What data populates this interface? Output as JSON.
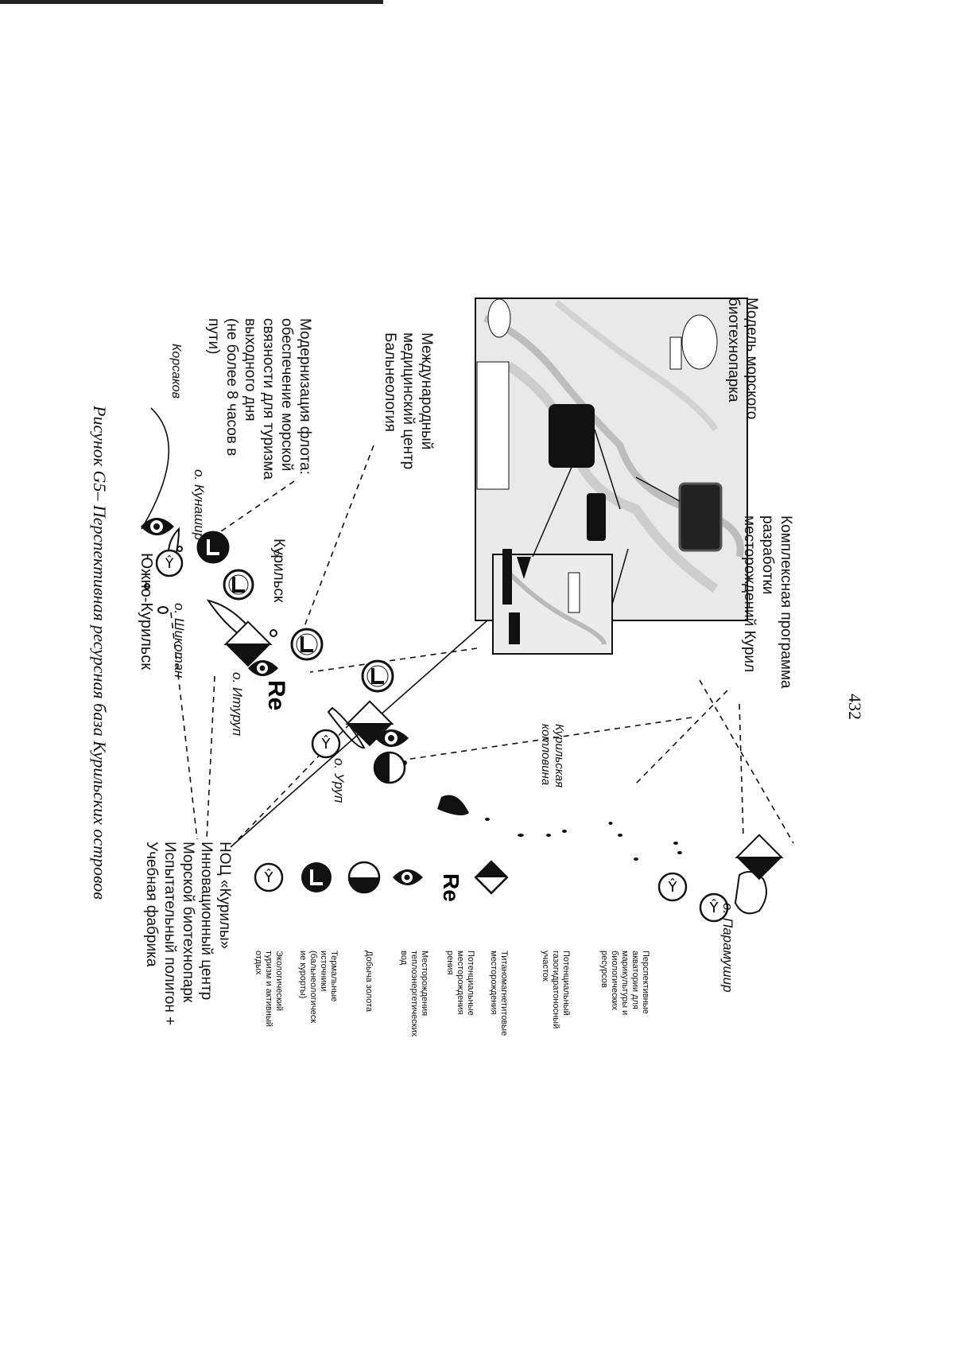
{
  "page_number": "432",
  "caption": "Рисунок G5– Перспективная ресурсная база Курильских островов",
  "inset": {
    "title_biotech": [
      "Модель морского",
      "биотехнопарка"
    ],
    "title_program": [
      "Комплексная программа",
      "разработки",
      "месторождений Курил"
    ]
  },
  "labels": {
    "med_center": [
      "Международный",
      "медицинский центр",
      "Бальнеология"
    ],
    "fleet": [
      "Модернизация флота:",
      "обеспечение морской",
      "связности для туризма",
      "выходного дня",
      "(не более 8 часов в",
      "пути)"
    ],
    "korsakov": "Корсаков",
    "kunashir": "о. Кунашир",
    "yuzhno": "Южно-Курильск",
    "shikotan": "о. Шикотан",
    "kurilsk": "Курильск",
    "iturup": "о. Итуруп",
    "urup": "о. Уруп",
    "kotlovina": [
      "Курильская",
      "котловина"
    ],
    "paramushir": "о. Парамушир"
  },
  "legend": [
    {
      "icon": "fish-icon",
      "text": [
        "Перспективные",
        "акватории для",
        "марикультуры и",
        "биологических",
        "ресурсов"
      ]
    },
    {
      "icon": "gas-icon",
      "text": [
        "Потенциальный",
        "газогидратоносный",
        "участок"
      ]
    },
    {
      "icon": "diamond-icon",
      "text": [
        "Титаномагнетитовые",
        "месторождения"
      ]
    },
    {
      "icon": "re-icon",
      "symbol": "Re",
      "text": [
        "Потенциальные",
        "месторождения",
        "рения"
      ]
    },
    {
      "icon": "geothermal-icon",
      "text": [
        "Месторождения",
        "теплоэнергетических",
        "вод"
      ]
    },
    {
      "icon": "gold-icon",
      "text": [
        "Добыча золота"
      ]
    },
    {
      "icon": "thermal-spring-icon",
      "text": [
        "Термальные",
        "источники",
        "(бальнеологическ",
        "ие курорты)"
      ]
    },
    {
      "icon": "eco-tourism-icon",
      "text": [
        "Экологический",
        "туризм и активный",
        "отдых"
      ]
    }
  ],
  "noc": [
    "НОЦ «Курилы»",
    "Инновационный центр",
    "Морской биотехнопарк",
    "Испытательный полигон +",
    "Учебная фабрика"
  ],
  "re_symbol": "Re"
}
